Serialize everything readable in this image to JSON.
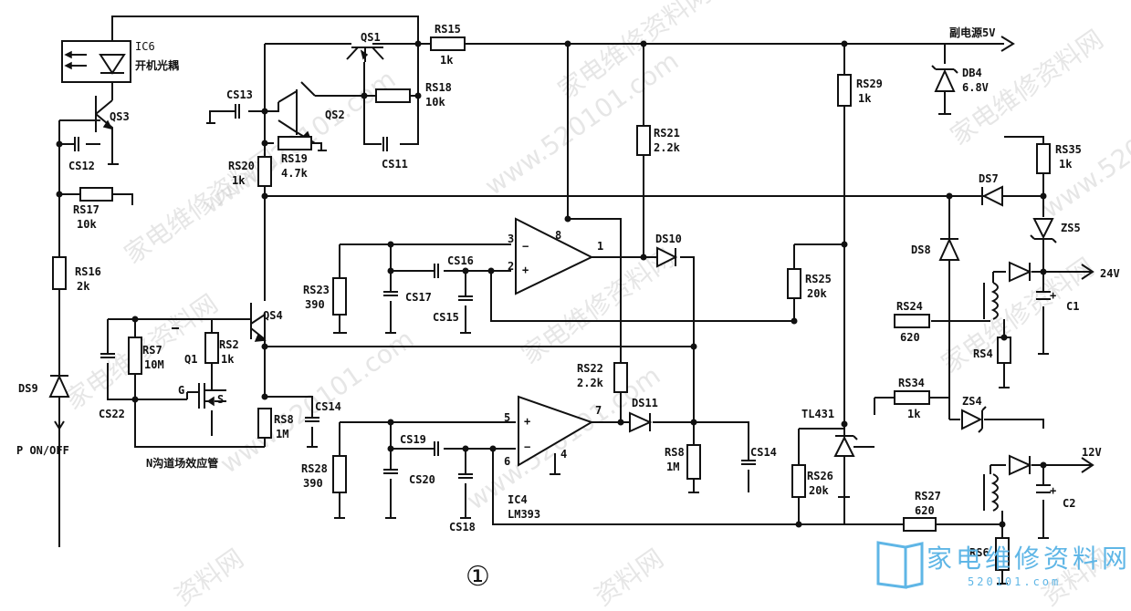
{
  "labels": {
    "ic6": "IC6",
    "ic6_desc": "开机光耦",
    "qs1": "QS1",
    "qs2": "QS2",
    "qs3": "QS3",
    "qs4": "QS4",
    "rs15": "RS15",
    "rs15_v": "1k",
    "rs18": "RS18",
    "rs18_v": "10k",
    "rs19": "RS19",
    "rs19_v": "4.7k",
    "rs20": "RS20",
    "rs20_v": "1k",
    "rs17": "RS17",
    "rs17_v": "10k",
    "rs16": "RS16",
    "rs16_v": "2k",
    "rs21": "RS21",
    "rs21_v": "2.2k",
    "rs29": "RS29",
    "rs29_v": "1k",
    "rs35": "RS35",
    "rs35_v": "1k",
    "rs23": "RS23",
    "rs23_v": "390",
    "rs25": "RS25",
    "rs25_v": "20k",
    "rs24": "RS24",
    "rs24_v": "620",
    "rs4": "RS4",
    "rs7": "RS7",
    "rs7_v": "10M",
    "rs2": "RS2",
    "rs2_v": "1k",
    "rs22": "RS22",
    "rs22_v": "2.2k",
    "rs8a": "RS8",
    "rs8a_v": "1M",
    "rs8b": "RS8",
    "rs8b_v": "1M",
    "rs28": "RS28",
    "rs28_v": "390",
    "rs34": "RS34",
    "rs34_v": "1k",
    "rs26": "RS26",
    "rs26_v": "20k",
    "rs27": "RS27",
    "rs27_v": "620",
    "rs6": "RS6",
    "cs11": "CS11",
    "cs12": "CS12",
    "cs13": "CS13",
    "cs14a": "CS14",
    "cs14b": "CS14",
    "cs15": "CS15",
    "cs16": "CS16",
    "cs17": "CS17",
    "cs18": "CS18",
    "cs19": "CS19",
    "cs20": "CS20",
    "cs22": "CS22",
    "c1": "C1",
    "c2": "C2",
    "db4": "DB4",
    "db4_v": "6.8V",
    "ds7": "DS7",
    "ds8": "DS8",
    "ds9": "DS9",
    "ds10": "DS10",
    "ds11": "DS11",
    "zs4": "ZS4",
    "zs5": "ZS5",
    "tl431": "TL431",
    "ic4": "IC4",
    "ic4_v": "LM393",
    "q1": "Q1",
    "q1_g": "G",
    "q1_s": "S",
    "q1_desc": "N沟道场效应管",
    "pin1": "1",
    "pin2": "2",
    "pin3": "3",
    "pin4": "4",
    "pin5": "5",
    "pin6": "6",
    "pin7": "7",
    "pin8": "8",
    "minus_a": "−",
    "plus_a": "+",
    "plus_b": "+",
    "minus_b": "−",
    "c1_plus": "+",
    "c2_plus": "+",
    "aux5v": "副电源5V",
    "v24": "24V",
    "v12": "12V",
    "pon": "P ON/OFF",
    "figure_no": "①"
  },
  "watermarks": [
    "家电维修资料网",
    "www.520101.com",
    "www.520101.com",
    "家电维修资料网",
    "家电维修资料网",
    "www.520101.com",
    "家电维修资料网",
    "www.520101.com",
    "家电维修资料网",
    "www.520101.com",
    "家电维修资料网",
    "资料网",
    "资料网",
    "资料网"
  ],
  "logo": {
    "main": "家电维修资料网",
    "sub": "520101.com"
  },
  "colors": {
    "ink": "#111111",
    "logo": "#5fb6e6",
    "watermark": "#c8c8c8"
  }
}
